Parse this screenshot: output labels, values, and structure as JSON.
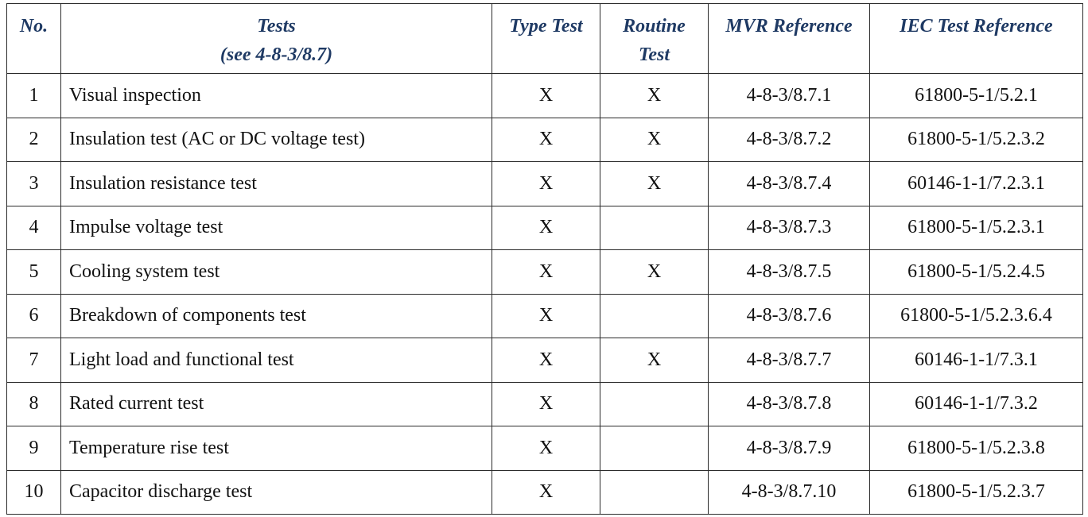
{
  "headers": {
    "no": "No.",
    "tests_line1": "Tests",
    "tests_line2": "(see 4-8-3/8.7)",
    "type_test": "Type Test",
    "routine_line1": "Routine",
    "routine_line2": "Test",
    "mvr_reference": "MVR Reference",
    "iec_reference": "IEC Test Reference"
  },
  "rows": [
    {
      "no": "1",
      "test": "Visual inspection",
      "type": "X",
      "routine": "X",
      "mvr": "4-8-3/8.7.1",
      "iec": "61800-5-1/5.2.1"
    },
    {
      "no": "2",
      "test": "Insulation test (AC or DC voltage test)",
      "type": "X",
      "routine": "X",
      "mvr": "4-8-3/8.7.2",
      "iec": "61800-5-1/5.2.3.2"
    },
    {
      "no": "3",
      "test": "Insulation resistance test",
      "type": "X",
      "routine": "X",
      "mvr": "4-8-3/8.7.4",
      "iec": "60146-1-1/7.2.3.1"
    },
    {
      "no": "4",
      "test": "Impulse voltage test",
      "type": "X",
      "routine": "",
      "mvr": "4-8-3/8.7.3",
      "iec": "61800-5-1/5.2.3.1"
    },
    {
      "no": "5",
      "test": "Cooling system test",
      "type": "X",
      "routine": "X",
      "mvr": "4-8-3/8.7.5",
      "iec": "61800-5-1/5.2.4.5"
    },
    {
      "no": "6",
      "test": "Breakdown of components test",
      "type": "X",
      "routine": "",
      "mvr": "4-8-3/8.7.6",
      "iec": "61800-5-1/5.2.3.6.4"
    },
    {
      "no": "7",
      "test": "Light load and functional test",
      "type": "X",
      "routine": "X",
      "mvr": "4-8-3/8.7.7",
      "iec": "60146-1-1/7.3.1"
    },
    {
      "no": "8",
      "test": "Rated current test",
      "type": "X",
      "routine": "",
      "mvr": "4-8-3/8.7.8",
      "iec": "60146-1-1/7.3.2"
    },
    {
      "no": "9",
      "test": "Temperature rise test",
      "type": "X",
      "routine": "",
      "mvr": "4-8-3/8.7.9",
      "iec": "61800-5-1/5.2.3.8"
    },
    {
      "no": "10",
      "test": "Capacitor discharge test",
      "type": "X",
      "routine": "",
      "mvr": "4-8-3/8.7.10",
      "iec": "61800-5-1/5.2.3.7"
    }
  ]
}
